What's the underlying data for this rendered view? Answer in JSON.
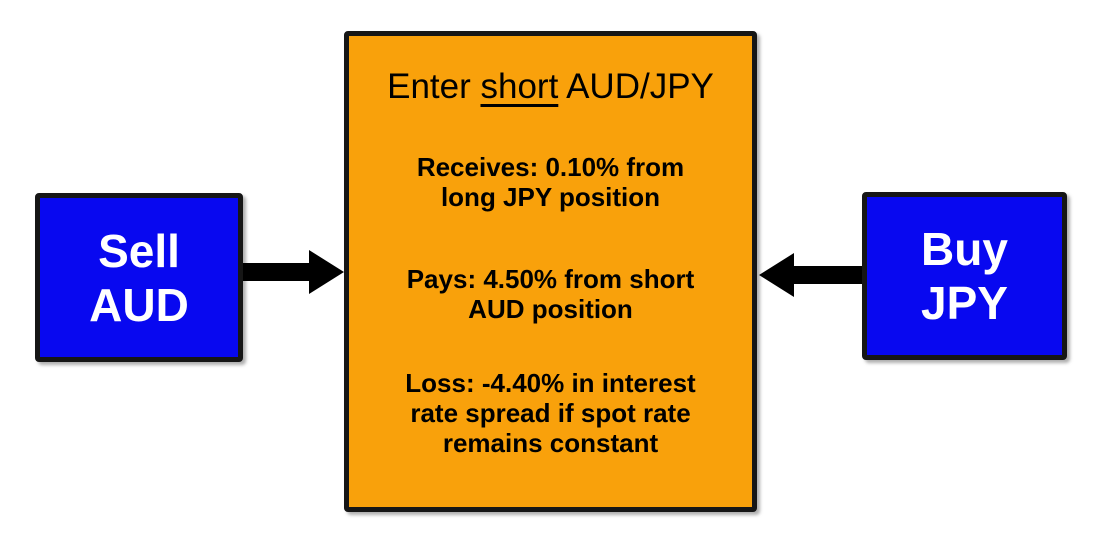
{
  "colors": {
    "background": "#FFFFFF",
    "blue_node_fill": "#0808F0",
    "orange_node_fill": "#F9A10B",
    "node_border": "#161616",
    "arrow": "#000000",
    "blue_node_text": "#FFFFFF",
    "center_text": "#000000"
  },
  "left_box": {
    "lines": [
      "Sell",
      "AUD"
    ]
  },
  "right_box": {
    "lines": [
      "Buy",
      "JPY"
    ]
  },
  "center_box": {
    "title": {
      "pre": "Enter ",
      "underlined": "short",
      "post": " AUD/JPY"
    },
    "items": [
      {
        "lines": [
          "Receives: 0.10% from",
          "long JPY position"
        ]
      },
      {
        "lines": [
          "Pays: 4.50% from short",
          "AUD position"
        ]
      },
      {
        "lines": [
          "Loss: -4.40% in interest",
          "rate spread if spot rate",
          "remains constant"
        ]
      }
    ]
  },
  "icons": {
    "left_arrow": "arrow-pointing-right",
    "right_arrow": "arrow-pointing-left"
  }
}
